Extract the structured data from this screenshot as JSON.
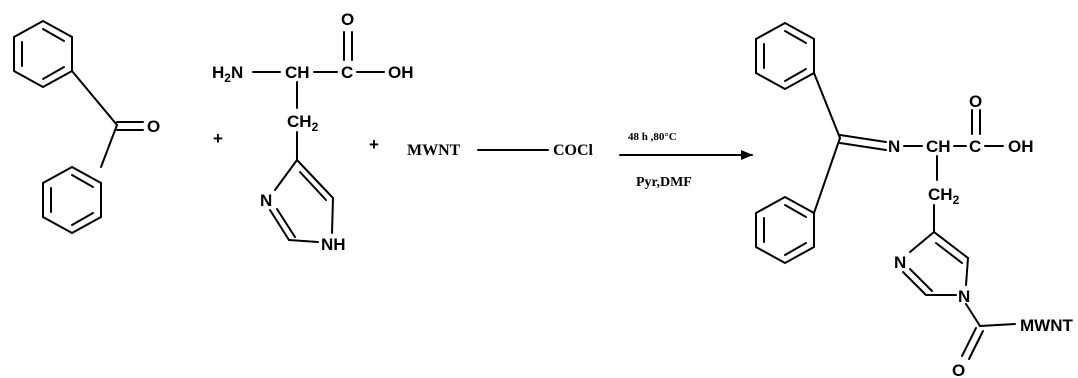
{
  "reactant_benzophenone": {
    "o": "O"
  },
  "plus": "+",
  "reactant_histidine": {
    "h2n": "H2N",
    "ch": "CH",
    "c": "C",
    "o_top": "O",
    "oh": "OH",
    "ch2": "CH2",
    "n": "N",
    "nh": "NH"
  },
  "reactant_mwnt": {
    "mwnt": "MWNT",
    "cocl": "COCl"
  },
  "conditions": {
    "top": "48 h ,80°C",
    "bottom": "Pyr,DMF"
  },
  "product": {
    "n_imine": "N",
    "ch": "CH",
    "c": "C",
    "o_top": "O",
    "oh": "OH",
    "ch2": "CH2",
    "n_ring": "N",
    "n1": "N",
    "o_bottom": "O",
    "mwnt": "MWNT"
  }
}
